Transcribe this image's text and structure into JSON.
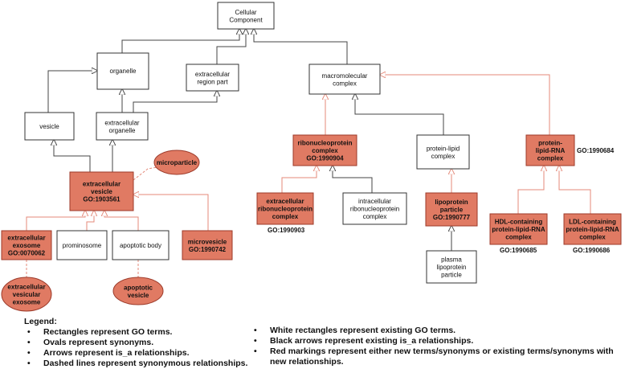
{
  "nodes": {
    "cellular_component": "Cellular\nComponent",
    "organelle": "organelle",
    "extracellular_region_part": "extracellular\nregion part",
    "macromolecular_complex": "macromolecular\ncomplex",
    "vesicle": "vesicle",
    "extracellular_organelle": "extracellular\norganelle",
    "ribonucleoprotein_complex": "ribonucleoprotein\ncomplex\nGO:1990904",
    "protein_lipid_complex": "protein-lipid\ncomplex",
    "protein_lipid_rna_complex": "protein-\nlipid-RNA\ncomplex",
    "microparticle": "microparticle",
    "extracellular_vesicle": "extracellular\nvesicle\nGO:1903561",
    "extracellular_rnp_complex": "extracellular\nribonucleoprotein\ncomplex",
    "intracellular_rnp_complex": "intracellular\nribonucleoprotein\ncomplex",
    "lipoprotein_particle": "lipoprotein\nparticle\nGO:1990777",
    "hdl_complex": "HDL-containing\nprotein-lipid-RNA\ncomplex",
    "ldl_complex": "LDL-containing\nprotein-lipid-RNA\ncomplex",
    "extracellular_exosome": "extracellular\nexosome\nGO:0070062",
    "prominosome": "prominosome",
    "apoptotic_body": "apoptotic body",
    "microvesicle": "microvesicle\nGO:1990742",
    "plasma_lipoprotein_particle": "plasma\nlipoprotein\nparticle",
    "extracellular_vesicular_exosome": "extracellular\nvesicular\nexosome",
    "apoptotic_vesicle": "apoptotic\nvesicle"
  },
  "go_labels": {
    "protein_lipid_rna": "GO:1990684",
    "extracellular_rnp": "GO:1990903",
    "hdl": "GO:1990685",
    "ldl": "GO:1990686"
  },
  "colors": {
    "new_fill": "#e07a63",
    "new_stroke": "#9c3a2a",
    "new_line": "#e48a7a",
    "existing_fill": "#ffffff",
    "existing_stroke": "#333333",
    "existing_line": "#444444"
  },
  "legend": {
    "title": "Legend:",
    "left": [
      "Rectangles represent GO terms.",
      "Ovals represent synonyms.",
      "Arrows represent is_a relationships.",
      "Dashed lines represent synonymous relationships."
    ],
    "right": [
      "White rectangles represent existing GO terms.",
      "Black arrows represent existing is_a relationships.",
      "Red markings represent either new terms/synonyms or existing terms/synonyms with new relationships."
    ],
    "bullet": "•"
  }
}
